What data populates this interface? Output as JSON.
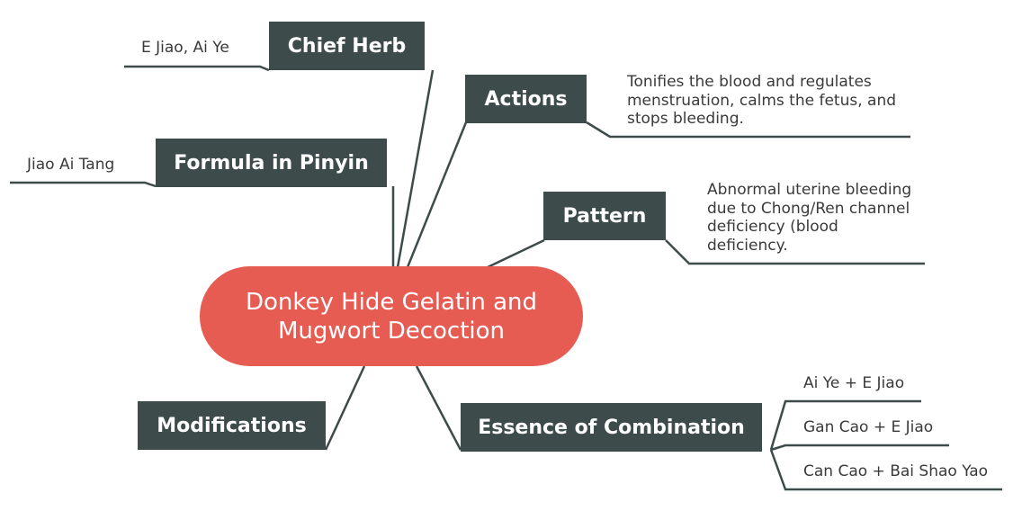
{
  "colors": {
    "central_fill": "#e65c53",
    "node_fill": "#3d4c4b",
    "line": "#3d4c4b",
    "detail_text": "#3a3a3a"
  },
  "central": {
    "line1": "Donkey Hide Gelatin and",
    "line2": "Mugwort Decoction"
  },
  "nodes": {
    "chief_herb": {
      "label": "Chief Herb",
      "detail": "E Jiao, Ai Ye"
    },
    "formula_pinyin": {
      "label": "Formula in Pinyin",
      "detail": "Jiao Ai Tang"
    },
    "actions": {
      "label": "Actions",
      "detail": [
        "Tonifies the blood and regulates",
        "menstruation, calms the fetus, and",
        "stops bleeding."
      ]
    },
    "pattern": {
      "label": "Pattern",
      "detail": [
        "Abnormal uterine bleeding",
        "due to Chong/Ren channel",
        "deficiency (blood",
        "deficiency."
      ]
    },
    "modifications": {
      "label": "Modifications"
    },
    "essence": {
      "label": "Essence of Combination",
      "items": [
        "Ai Ye + E Jiao",
        "Gan Cao + E Jiao",
        "Can Cao + Bai Shao Yao"
      ]
    }
  }
}
